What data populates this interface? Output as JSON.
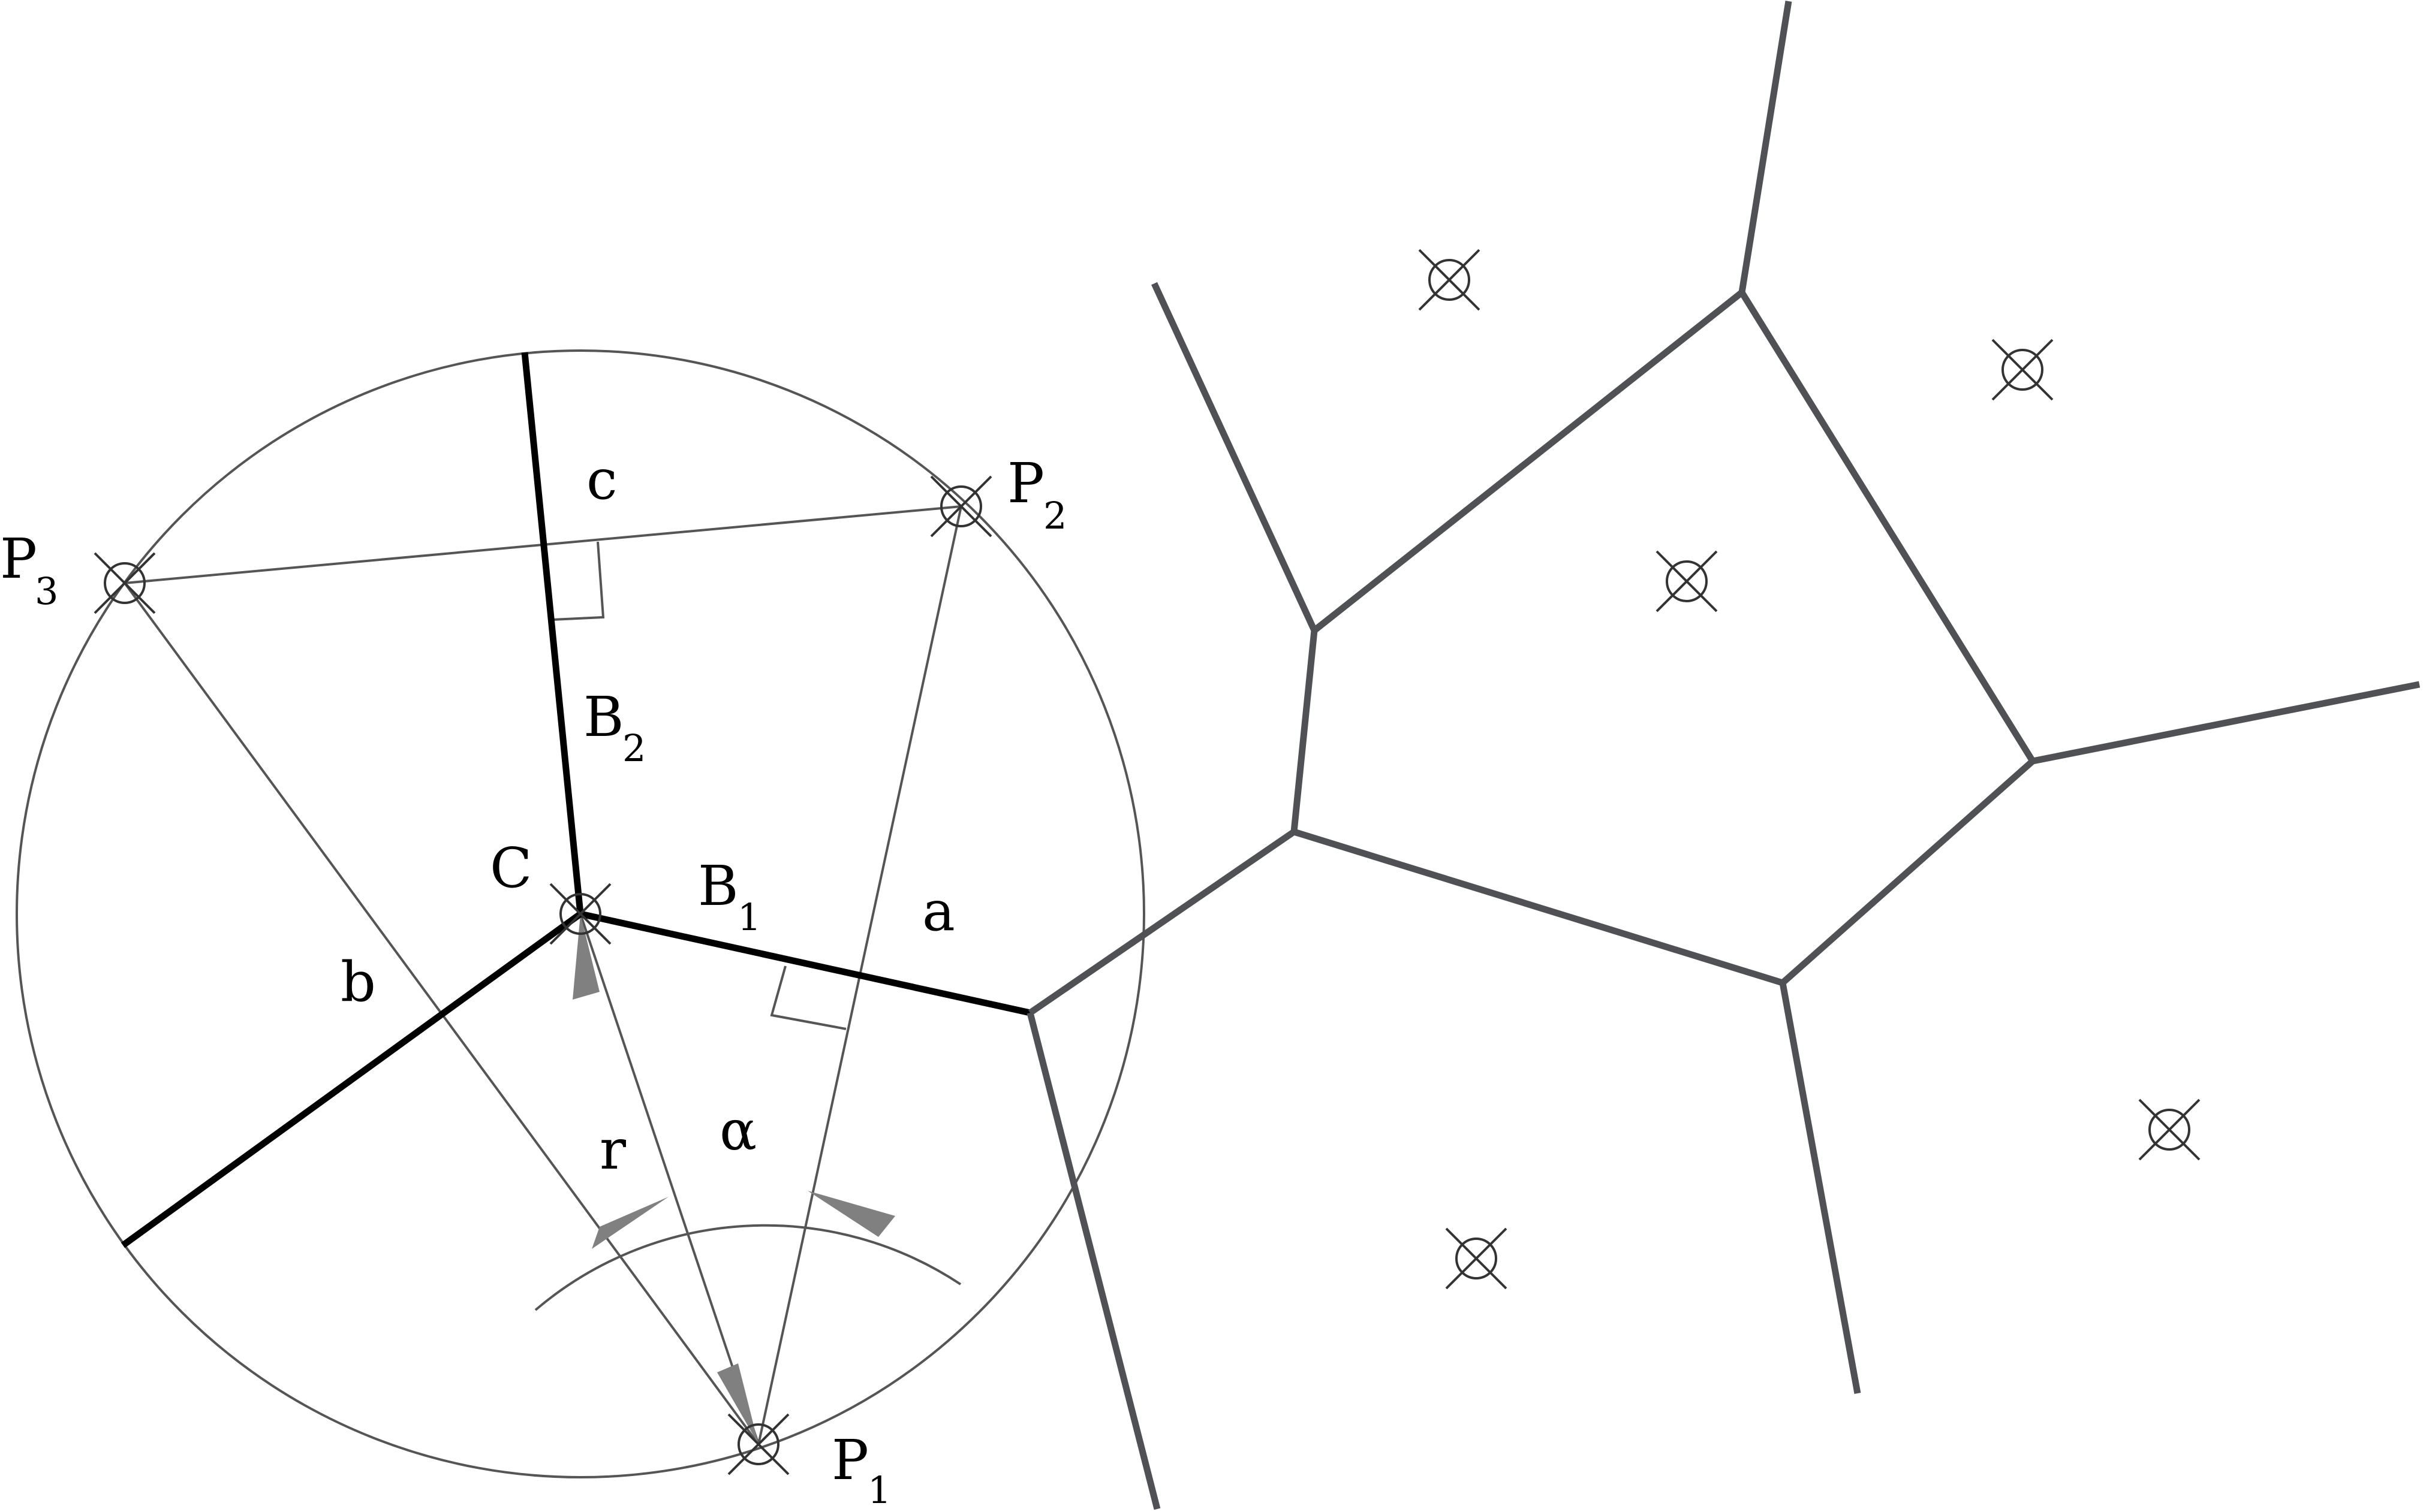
{
  "labels": {
    "P1": {
      "main": "P",
      "sub": "1"
    },
    "P2": {
      "main": "P",
      "sub": "2"
    },
    "P3": {
      "main": "P",
      "sub": "3"
    },
    "C": "C",
    "B1": {
      "main": "B",
      "sub": "1"
    },
    "B2": {
      "main": "B",
      "sub": "2"
    },
    "a": "a",
    "b": "b",
    "c": "c",
    "r": "r",
    "alpha": "α"
  },
  "colors": {
    "voronoi_edge": "#4f5155",
    "bisector": "#000000",
    "thin_line": "#555555",
    "arrow_fill": "#808080"
  }
}
